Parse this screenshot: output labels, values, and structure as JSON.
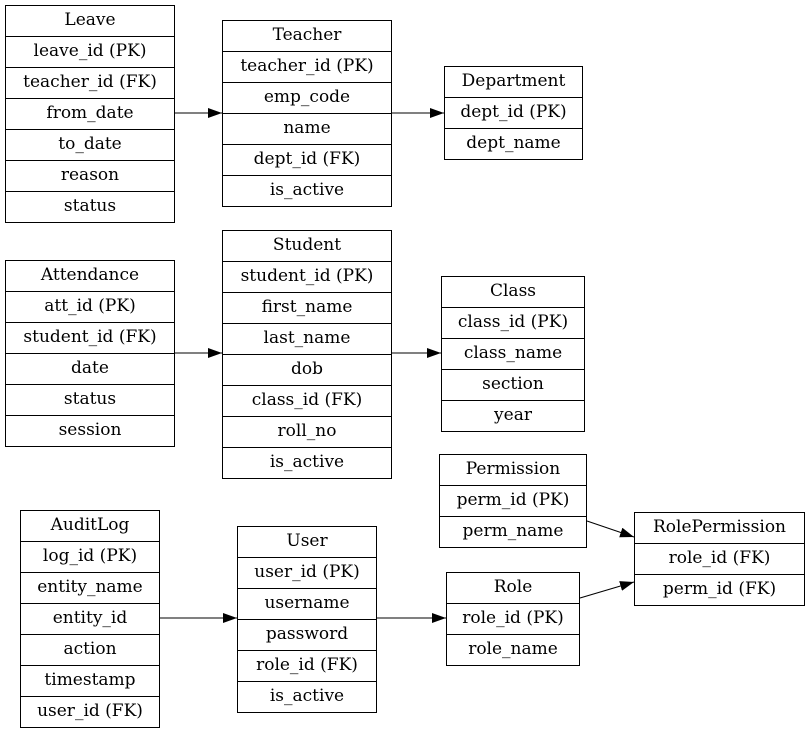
{
  "entities": [
    {
      "id": "leave",
      "title": "Leave",
      "fields": [
        "leave_id (PK)",
        "teacher_id (FK)",
        "from_date",
        "to_date",
        "reason",
        "status"
      ]
    },
    {
      "id": "teacher",
      "title": "Teacher",
      "fields": [
        "teacher_id (PK)",
        "emp_code",
        "name",
        "dept_id (FK)",
        "is_active"
      ]
    },
    {
      "id": "department",
      "title": "Department",
      "fields": [
        "dept_id (PK)",
        "dept_name"
      ]
    },
    {
      "id": "attendance",
      "title": "Attendance",
      "fields": [
        "att_id (PK)",
        "student_id (FK)",
        "date",
        "status",
        "session"
      ]
    },
    {
      "id": "student",
      "title": "Student",
      "fields": [
        "student_id (PK)",
        "first_name",
        "last_name",
        "dob",
        "class_id (FK)",
        "roll_no",
        "is_active"
      ]
    },
    {
      "id": "class",
      "title": "Class",
      "fields": [
        "class_id (PK)",
        "class_name",
        "section",
        "year"
      ]
    },
    {
      "id": "permission",
      "title": "Permission",
      "fields": [
        "perm_id (PK)",
        "perm_name"
      ]
    },
    {
      "id": "rolepermission",
      "title": "RolePermission",
      "fields": [
        "role_id (FK)",
        "perm_id (FK)"
      ]
    },
    {
      "id": "auditlog",
      "title": "AuditLog",
      "fields": [
        "log_id (PK)",
        "entity_name",
        "entity_id",
        "action",
        "timestamp",
        "user_id (FK)"
      ]
    },
    {
      "id": "user",
      "title": "User",
      "fields": [
        "user_id (PK)",
        "username",
        "password",
        "role_id (FK)",
        "is_active"
      ]
    },
    {
      "id": "role",
      "title": "Role",
      "fields": [
        "role_id (PK)",
        "role_name"
      ]
    }
  ],
  "relationships": [
    {
      "from": "leave",
      "to": "teacher"
    },
    {
      "from": "teacher",
      "to": "department"
    },
    {
      "from": "attendance",
      "to": "student"
    },
    {
      "from": "student",
      "to": "class"
    },
    {
      "from": "permission",
      "to": "rolepermission"
    },
    {
      "from": "role",
      "to": "rolepermission"
    },
    {
      "from": "auditlog",
      "to": "user"
    },
    {
      "from": "user",
      "to": "role"
    }
  ]
}
